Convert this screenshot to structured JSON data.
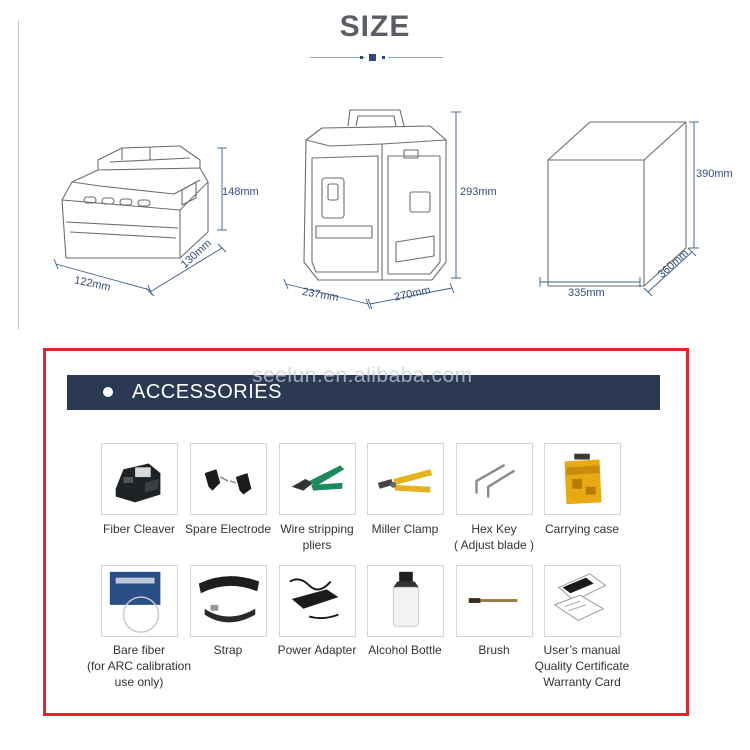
{
  "size_section": {
    "title": "SIZE",
    "machine": {
      "height": "148mm",
      "depth": "130mm",
      "width": "122mm"
    },
    "case": {
      "height": "293mm",
      "width": "237mm",
      "depth": "270mm"
    },
    "box": {
      "height": "390mm",
      "width": "335mm",
      "depth": "360mm"
    }
  },
  "accessories_section": {
    "title": "ACCESSORIES",
    "watermark": "seelun.en.alibaba.com",
    "frame_color": "#e0252b",
    "bar_color": "#2b3a52",
    "items": [
      {
        "icon": "fiber-cleaver-icon",
        "line1": "Fiber  Cleaver",
        "line2": "",
        "line3": ""
      },
      {
        "icon": "spare-electrode-icon",
        "line1": "Spare Electrode",
        "line2": "",
        "line3": ""
      },
      {
        "icon": "wire-stripping-pliers-icon",
        "line1": "Wire stripping",
        "line2": "pliers",
        "line3": ""
      },
      {
        "icon": "miller-clamp-icon",
        "line1": "Miller Clamp",
        "line2": "",
        "line3": ""
      },
      {
        "icon": "hex-key-icon",
        "line1": "Hex Key",
        "line2": "( Adjust blade  )",
        "line3": ""
      },
      {
        "icon": "carrying-case-icon",
        "line1": "Carrying case",
        "line2": "",
        "line3": ""
      },
      {
        "icon": "bare-fiber-icon",
        "line1": "Bare fiber",
        "line2": "(for ARC calibration",
        "line3": "use only)"
      },
      {
        "icon": "strap-icon",
        "line1": "Strap",
        "line2": "",
        "line3": ""
      },
      {
        "icon": "power-adapter-icon",
        "line1": "Power Adapter",
        "line2": "",
        "line3": ""
      },
      {
        "icon": "alcohol-bottle-icon",
        "line1": "Alcohol Bottle",
        "line2": "",
        "line3": ""
      },
      {
        "icon": "brush-icon",
        "line1": "Brush",
        "line2": "",
        "line3": ""
      },
      {
        "icon": "documents-icon",
        "line1": "User’s manual",
        "line2": "Quality Certificate",
        "line3": "Warranty Card"
      }
    ]
  }
}
